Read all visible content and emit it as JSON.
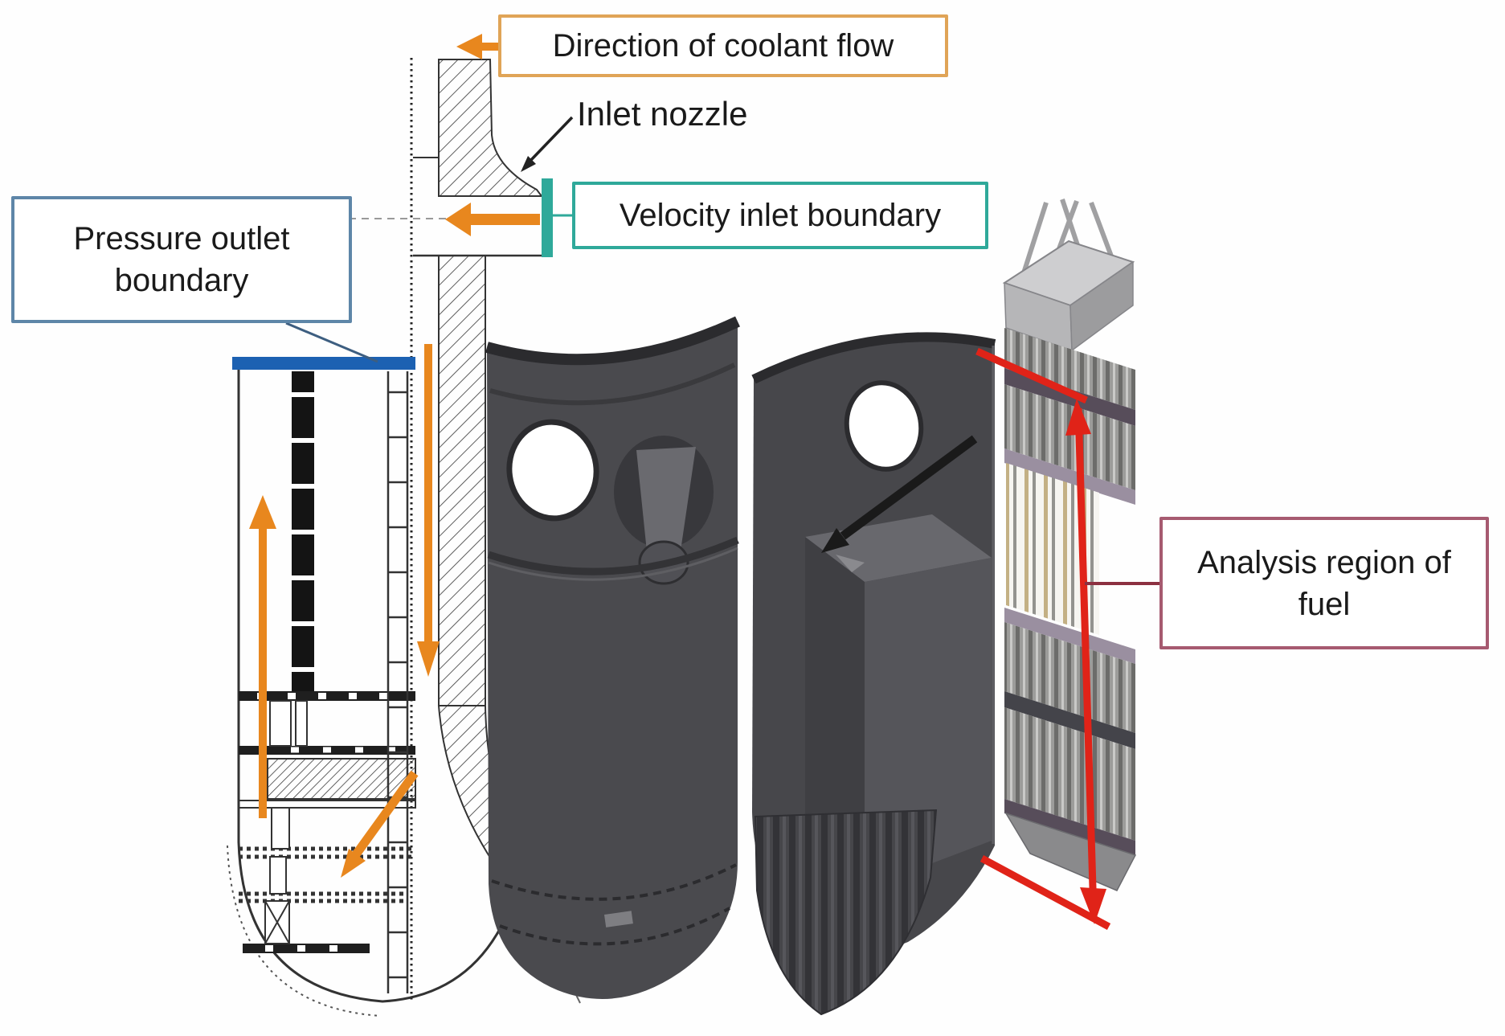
{
  "figure": {
    "title": "Reactor vessel CFD boundary-condition diagram",
    "parts": {
      "section_drawing": "reactor vessel cross-section line drawing",
      "model_left": "core barrel 3D model with nozzles",
      "model_right": "cutaway reactor internals 3D model",
      "fuel_assembly": "fuel assembly 3D model"
    }
  },
  "labels": {
    "direction_of_coolant_flow": "Direction of coolant flow",
    "inlet_nozzle": "Inlet nozzle",
    "velocity_inlet_boundary": "Velocity inlet boundary",
    "pressure_outlet_boundary": "Pressure outlet boundary",
    "analysis_region_of_fuel": "Analysis region of fuel"
  },
  "colors": {
    "coolant_arrow": "#E8871E",
    "direction_box_border": "#E0A457",
    "velocity_accent": "#2FA99A",
    "pressure_marker": "#1C61B2",
    "pressure_box_border": "#5E86A8",
    "pressure_connector": "#3D5E80",
    "analysis_box_border": "#A65A70",
    "analysis_connector": "#8C3040",
    "analysis_red": "#E02318",
    "ink": "#333333",
    "annotation_black": "#1A1A1A",
    "model_dark": "#4A4A4E",
    "model_mid": "#55555A"
  }
}
